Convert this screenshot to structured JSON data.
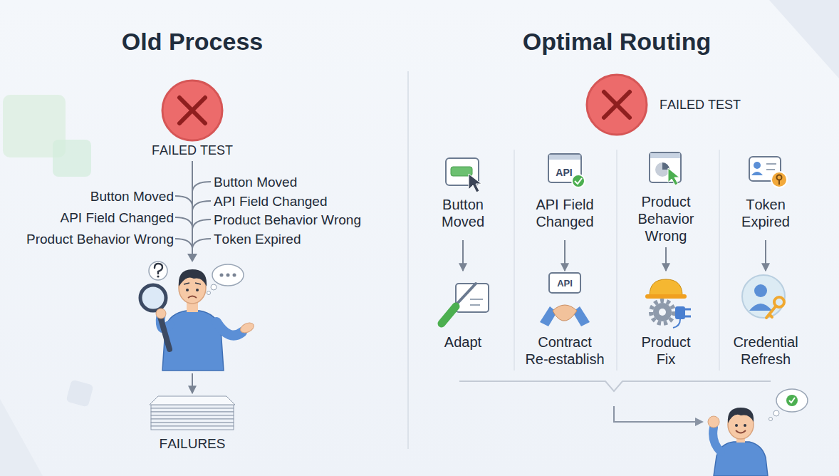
{
  "diagram": {
    "nodes": [
      {
        "text": [
          "FAILED TEST"
        ]
      },
      {
        "text": [
          "FAILURES"
        ]
      },
      {
        "text": [
          "FAILED TEST"
        ]
      },
      {
        "text": [
          "Button Moved"
        ]
      },
      {
        "text": [
          "Adapt"
        ]
      },
      {
        "text": [
          "API Field Changed"
        ]
      },
      {
        "text": [
          "Contract Re-establish"
        ]
      },
      {
        "text": [
          "Product Behavior Wrong"
        ]
      },
      {
        "text": [
          "Product Fix"
        ]
      },
      {
        "text": [
          "Token Expired"
        ]
      },
      {
        "text": [
          "Credential Refresh"
        ]
      }
    ],
    "edges": [
      {
        "from": 0,
        "to": 1,
        "arrow": "to"
      },
      {
        "from": 3,
        "to": 4,
        "arrow": "to"
      },
      {
        "from": 5,
        "to": 6,
        "arrow": "to"
      },
      {
        "from": 7,
        "to": 8,
        "arrow": "to"
      },
      {
        "from": 9,
        "to": 10,
        "arrow": "to"
      }
    ],
    "labels": [
      "Old Process",
      "Optimal Routing",
      "Button Moved",
      "API Field Changed",
      "Product Behavior Wrong",
      "Button Moved",
      "API Field Changed",
      "Product Behavior Wrong",
      "Token Expired",
      "API",
      "API"
    ]
  }
}
